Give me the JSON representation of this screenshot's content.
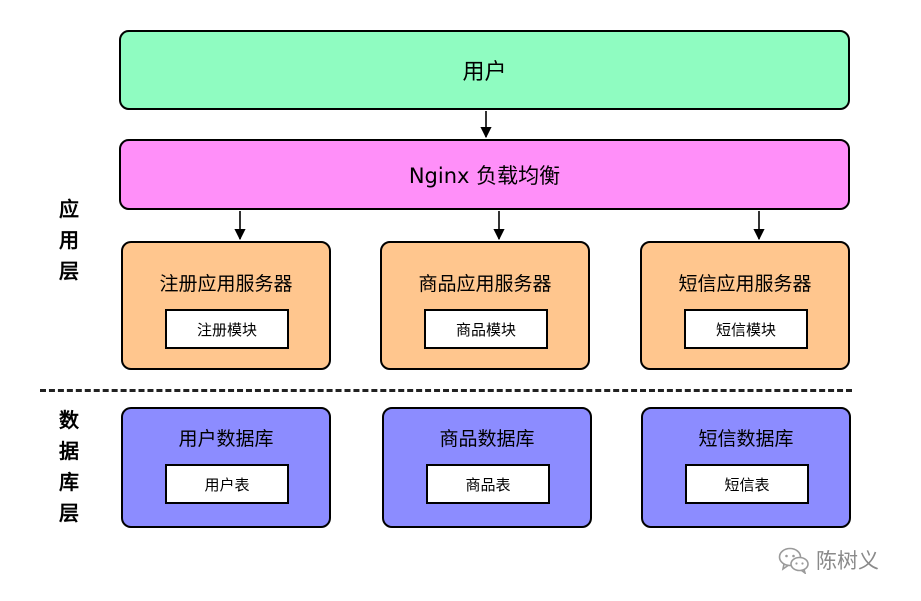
{
  "user": {
    "label": "用户"
  },
  "nginx": {
    "label": "Nginx 负载均衡"
  },
  "layers": {
    "app": [
      "应",
      "用",
      "层"
    ],
    "db": [
      "数",
      "据",
      "库",
      "层"
    ]
  },
  "servers": [
    {
      "title": "注册应用服务器",
      "module": "注册模块"
    },
    {
      "title": "商品应用服务器",
      "module": "商品模块"
    },
    {
      "title": "短信应用服务器",
      "module": "短信模块"
    }
  ],
  "databases": [
    {
      "title": "用户数据库",
      "table": "用户表"
    },
    {
      "title": "商品数据库",
      "table": "商品表"
    },
    {
      "title": "短信数据库",
      "table": "短信表"
    }
  ],
  "watermark": {
    "icon": "wechat-icon",
    "text": "陈树义"
  },
  "colors": {
    "user": "#8ffcc1",
    "nginx": "#ff8ff9",
    "server": "#ffc68e",
    "database": "#8c8cff"
  }
}
